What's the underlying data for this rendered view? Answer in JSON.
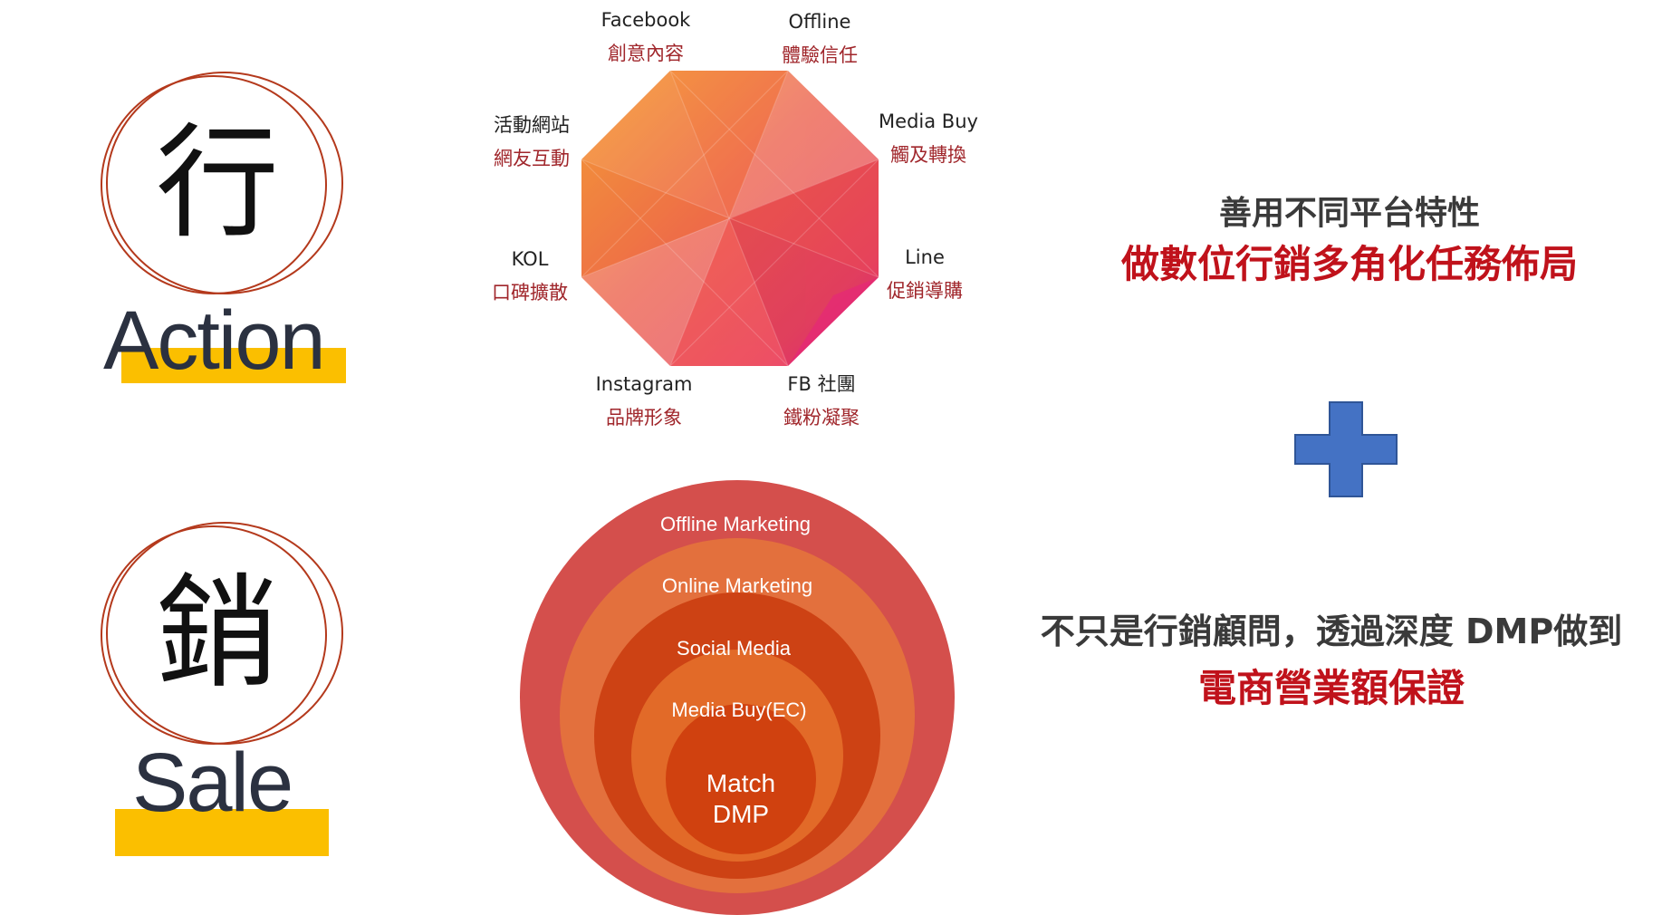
{
  "action": {
    "char": "行",
    "word": "Action"
  },
  "sale": {
    "char": "銷",
    "word": "Sale"
  },
  "octagon": {
    "labels": [
      {
        "en": "Facebook",
        "zh": "創意內容"
      },
      {
        "en": "Offline",
        "zh": "體驗信任"
      },
      {
        "en": "Media Buy",
        "zh": "觸及轉換"
      },
      {
        "en": "Line",
        "zh": "促銷導購"
      },
      {
        "en": "FB 社團",
        "zh": "鐵粉凝聚"
      },
      {
        "en": "Instagram",
        "zh": "品牌形象"
      },
      {
        "en": "KOL",
        "zh": "口碑擴散"
      },
      {
        "en": "活動網站",
        "zh": "網友互動"
      }
    ],
    "colors": {
      "top_left": "#f08a36",
      "center": "#ea5650",
      "bottom_right": "#e8357a"
    }
  },
  "circles": {
    "rings": [
      "Offline Marketing",
      "Online Marketing",
      "Social Media",
      "Media Buy(EC)"
    ],
    "core": [
      "Match",
      "DMP"
    ],
    "colors": [
      "#d44f4c",
      "#e3703d",
      "#cd4214",
      "#e26a28",
      "#d0410f"
    ]
  },
  "statement1": {
    "line1": "善用不同平台特性",
    "line2": "做數位行銷多角化任務佈局"
  },
  "plus": {
    "icon": "plus-icon",
    "color": "#4472c4"
  },
  "statement2": {
    "line1": "不只是行銷顧問，透過深度 DMP做到",
    "line2": "電商營業額保證"
  }
}
